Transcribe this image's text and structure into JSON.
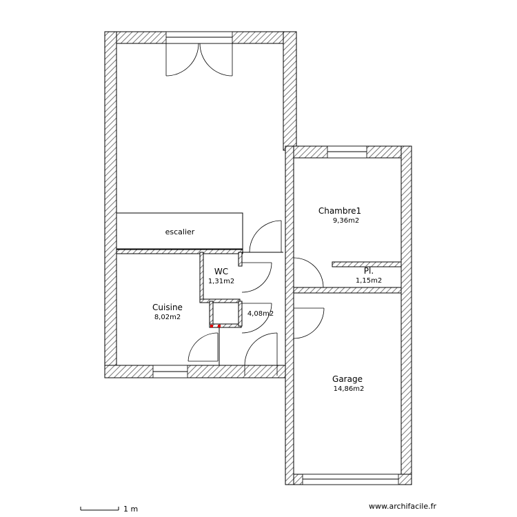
{
  "rooms": {
    "escalier": {
      "name": "escalier"
    },
    "wc": {
      "name": "WC",
      "area": "1,31m2"
    },
    "cuisine": {
      "name": "Cuisine",
      "area": "8,02m2"
    },
    "hall": {
      "area": "4,08m2"
    },
    "chambre1": {
      "name": "Chambre1",
      "area": "9,36m2"
    },
    "placard": {
      "name": "Pl.",
      "area": "1,15m2"
    },
    "garage": {
      "name": "Garage",
      "area": "14,86m2"
    }
  },
  "scale": {
    "label": "1 m"
  },
  "watermark": {
    "text": "www.archifacile.fr"
  }
}
